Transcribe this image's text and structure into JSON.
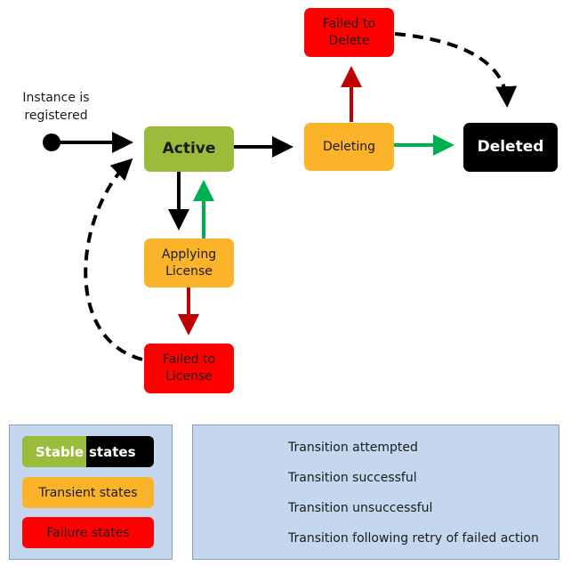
{
  "start_label": "Instance is registered",
  "states": {
    "active": "Active",
    "applying": "Applying License",
    "failed_license": "Failed to License",
    "deleting": "Deleting",
    "failed_delete": "Failed to Delete",
    "deleted": "Deleted"
  },
  "legend_states": {
    "stable_part1": "Stable",
    "stable_part2": "states",
    "transient": "Transient states",
    "failure": "Failure states"
  },
  "legend_transitions": {
    "attempted": "Transition attempted",
    "successful": "Transition successful",
    "unsuccessful": "Transition unsuccessful",
    "retry": "Transition following retry of failed action"
  },
  "colors": {
    "stable": "#9bbb3b",
    "transient": "#fbb42a",
    "failure": "#ff0000",
    "deleted": "#000000",
    "attempted": "#000000",
    "successful": "#00b050",
    "unsuccessful": "#c00000",
    "legend_bg": "#c5d7ee"
  }
}
